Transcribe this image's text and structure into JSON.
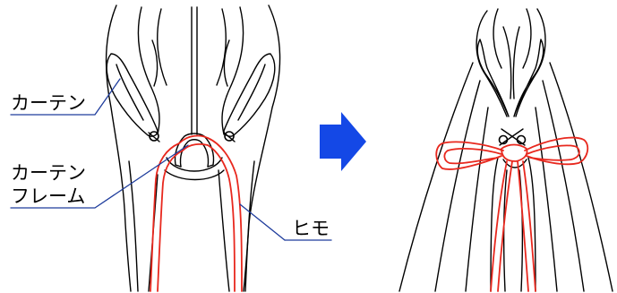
{
  "labels": {
    "curtain": "カーテン",
    "frame_line1": "カーテン",
    "frame_line2": "フレーム",
    "cord": "ヒモ"
  },
  "colors": {
    "line": "#000000",
    "cord": "#e8281e",
    "leader": "#1e3c9c",
    "arrow": "#1448e6"
  },
  "icons": {
    "step_arrow": "right-arrow-icon"
  }
}
